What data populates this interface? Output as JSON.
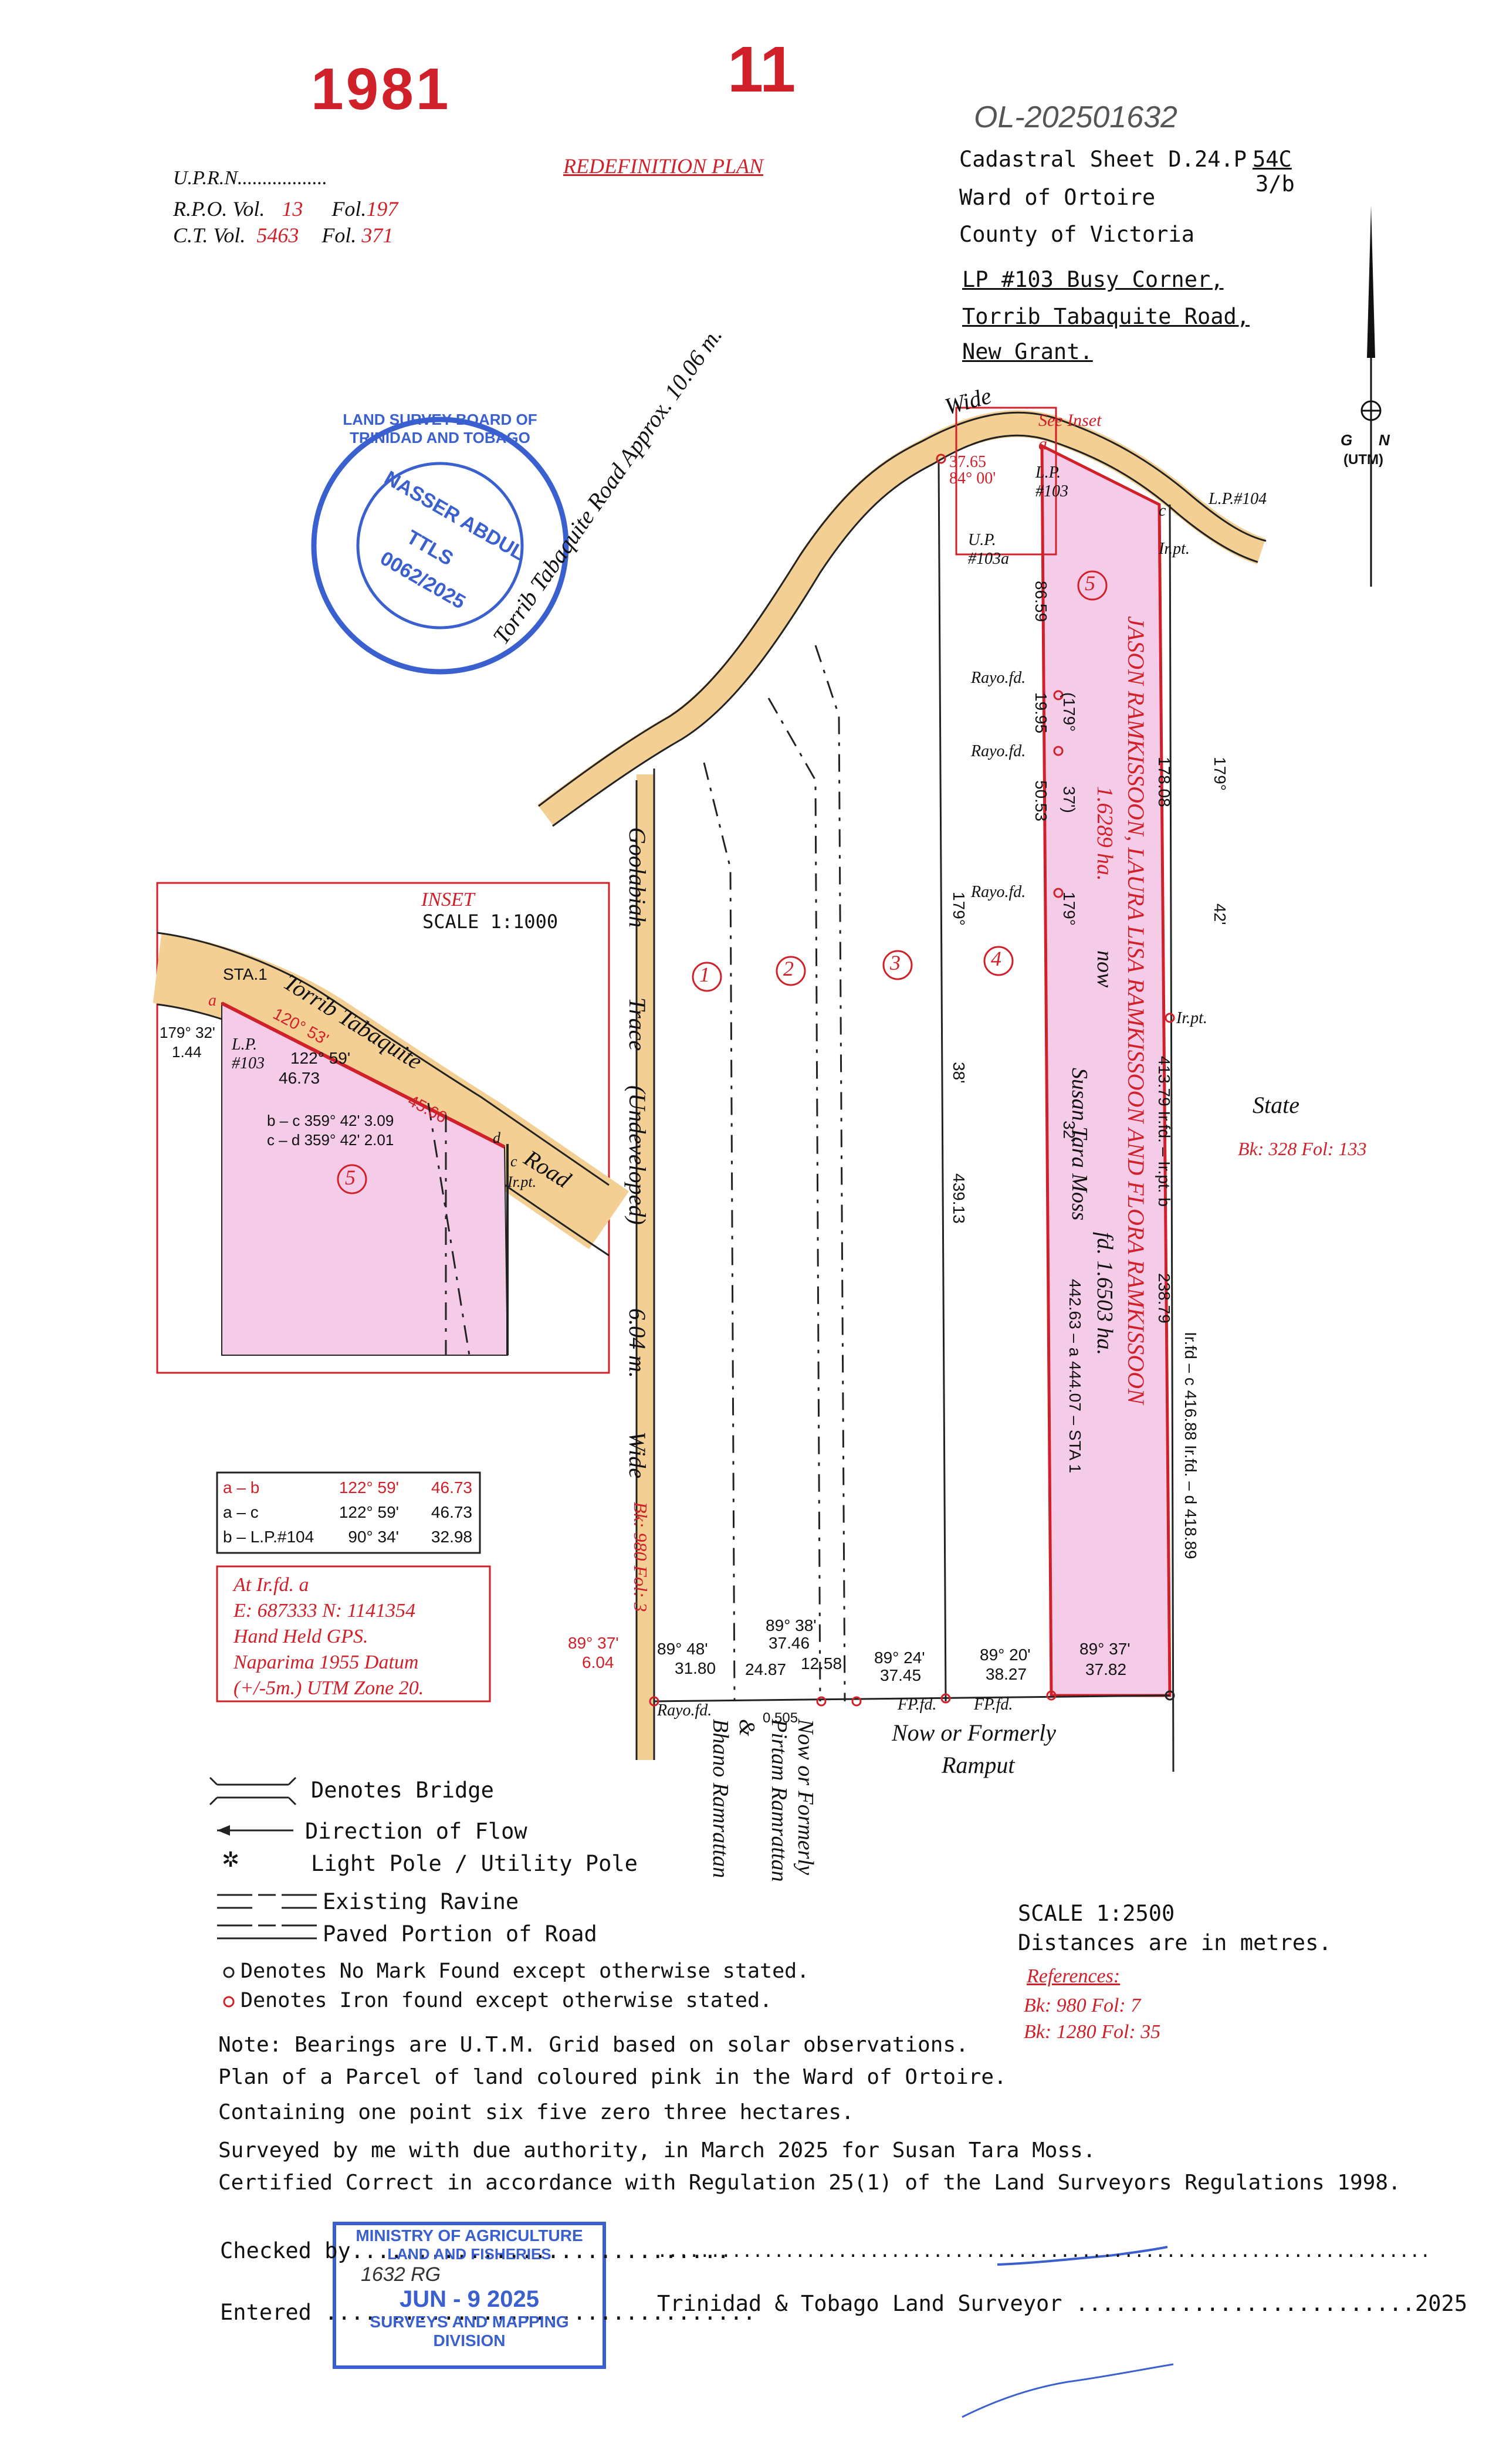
{
  "stamps": {
    "top_number_a": "1981",
    "top_number_b": "11",
    "archive_number": "OL-202501632",
    "seal_text": "LAND SURVEY BOARD OF TRINIDAD AND TOBAGO",
    "seal_name": "NASSER ABDUL",
    "seal_ttls": "TTLS",
    "seal_number": "0062/2025",
    "ministry_line1": "MINISTRY OF AGRICULTURE",
    "ministry_line2": "LAND AND FISHERIES",
    "ministry_hand": "1632   RG",
    "ministry_date": "JUN - 9 2025",
    "ministry_line3": "SURVEYS AND MAPPING",
    "ministry_line4": "DIVISION"
  },
  "header_left": {
    "uprn": "U.P.R.N..................",
    "rpo_vol_label": "R.P.O. Vol.",
    "rpo_vol": "13",
    "rpo_fol_label": "Fol.",
    "rpo_fol": "197",
    "ct_vol_label": "C.T.  Vol.",
    "ct_vol": "5463",
    "ct_fol_label": "Fol.",
    "ct_fol": "371"
  },
  "plan_title": "REDEFINITION PLAN",
  "header_right": {
    "cadastral_sheet": "Cadastral Sheet D.24.P",
    "sheet_fraction_top": "54C",
    "sheet_fraction_bottom": "3/b",
    "ward": "Ward of Ortoire",
    "county": "County of Victoria",
    "address_line1": "LP #103 Busy Corner,",
    "address_line2": "Torrib Tabaquite Road,",
    "address_line3": "New Grant."
  },
  "north_arrow": {
    "grid": "G",
    "north": "N",
    "utm": "(UTM)"
  },
  "map": {
    "road_name": "Torrib Tabaquite Road Approx. 10.06 m.",
    "road_wide": "Wide",
    "see_inset": "See Inset",
    "trace_name1": "Goolabiah",
    "trace_name2": "Trace",
    "trace_name3": "(Undeveloped)",
    "trace_width": "6.04 m.",
    "trace_wide": "Wide",
    "trace_ref": "Bk: 980 Fol: 3",
    "lots": [
      "1",
      "2",
      "3",
      "4",
      "5"
    ],
    "owner_names": "JASON RAMKISSOON, LAURA LISA RAMKISSOON AND FLORA RAMKISSOON",
    "area_old": "1.6289 ha.",
    "now": "now",
    "new_owner": "Susan Tara Moss",
    "area_new": "fd. 1.6503 ha.",
    "east_label": "State",
    "east_ref": "Bk: 328 Fol: 133",
    "south_label1": "Now or Formerly",
    "south_label2": "Ramput",
    "west_label1": "Now or Formerly",
    "west_label2": "Pirtam Ramrattan",
    "west_label3": "&",
    "west_label4": "Bhano Ramrattan",
    "lp103": "L.P.",
    "lp103b": "#103",
    "lp104": "L.P.#104",
    "up103a": "U.P.",
    "up103a_b": "#103a",
    "corner_a": "a",
    "corner_c": "c",
    "irpt": "Ir.pt.",
    "rayo1": "Rayo.fd.",
    "rayo2": "Rayo.fd.",
    "rayo3": "Rayo.fd.",
    "rayo4": "Rayo.fd.",
    "fp1": "FP.fd.",
    "fp2": "FP.fd.",
    "irpt2": "Ir.pt.",
    "d_86": "86.59",
    "d_19": "19.95",
    "d_50": "50.53",
    "d_179a": "(179°",
    "d_37a": "37')",
    "d_179b": "179°",
    "d_178": "178.08",
    "d_179c": "179°",
    "d_42": "42'",
    "d_179d": "179°",
    "d_38": "38'",
    "d_439": "439.13",
    "d_32": "32'",
    "d_413": "413.79 Ir.fd. – Ir.pt. b",
    "d_238": "238.79",
    "d_416": "Ir.fd – c  416.88  Ir.fd. – d  418.89",
    "d_442": "442.63 – a 444.07 – STA 1",
    "top_bearing1": "37.65",
    "top_bearing2": "84° 00'",
    "b1_a": "89° 37'",
    "b1_b": "6.04",
    "b2_a": "89° 48'",
    "b2_b": "31.80",
    "b3_a": "89° 38'",
    "b3_b": "37.46",
    "b3_c": "24.87",
    "b3_d": "12.58",
    "b3_e": "0.505",
    "b4_a": "89° 24'",
    "b4_b": "37.45",
    "b5_a": "89° 20'",
    "b5_b": "38.27",
    "b6_a": "89° 37'",
    "b6_b": "37.82"
  },
  "inset": {
    "title": "INSET",
    "scale": "SCALE  1:1000",
    "sta": "STA.1",
    "a": "a",
    "road": "Torrib Tabaquite",
    "road2": "Road",
    "b1": "179° 32'",
    "b2": "1.44",
    "red_bearing": "120° 53'",
    "red_dist": "45.66",
    "bearing": "122° 59'",
    "dist": "46.73",
    "lp": "L.P.",
    "lp2": "#103",
    "bc": "b – c  359° 42'  3.09",
    "cd": "c – d  359° 42'  2.01",
    "lot": "5",
    "d": "d",
    "c": "c",
    "irpt": "Ir.pt."
  },
  "ties_table": [
    {
      "from": "a – b",
      "bearing": "122° 59'",
      "dist": "46.73",
      "color": "#d0202a"
    },
    {
      "from": "a – c",
      "bearing": "122° 59'",
      "dist": "46.73",
      "color": "#111111"
    },
    {
      "from": "b – L.P.#104",
      "bearing": "90° 34'",
      "dist": "32.98",
      "color": "#111111"
    }
  ],
  "gps_box": {
    "line1": "At Ir.fd. a",
    "line2": "E: 687333 N: 1141354",
    "line3": "Hand Held GPS.",
    "line4": "Naparima 1955 Datum",
    "line5": "(+/-5m.) UTM Zone  20."
  },
  "legend": {
    "bridge": "Denotes Bridge",
    "flow": "Direction of Flow",
    "pole": "Light Pole / Utility Pole",
    "ravine": "Existing Ravine",
    "paved": "Paved Portion of Road",
    "no_mark": "Denotes No Mark Found except otherwise stated.",
    "iron": "Denotes Iron found except otherwise stated."
  },
  "scale": {
    "scale": "SCALE   1:2500",
    "units": "Distances are in metres."
  },
  "references": {
    "title": "References:",
    "ref1": "Bk:  980 Fol: 7",
    "ref2": "Bk:  1280 Fol: 35"
  },
  "notes": {
    "note1": "Note: Bearings are U.T.M. Grid based on solar observations.",
    "note2": "Plan of a Parcel of land coloured pink in the Ward of Ortoire.",
    "note3": "Containing one point six five zero three hectares.",
    "note4": "Surveyed by me with due authority, in March 2025 for Susan Tara Moss.",
    "note5": "Certified Correct in accordance with Regulation 25(1) of the Land Surveyors Regulations 1998."
  },
  "signoff": {
    "checked": "Checked by.............................",
    "entered": "Entered .................................",
    "dots": ".........................................................................",
    "surveyor": "Trinidad & Tobago Land Surveyor ..........................2025"
  },
  "colors": {
    "road_fill": "#f3cf94",
    "parcel_fill": "#f5cce8",
    "red": "#d0202a",
    "stamp_blue": "#3a5fcf"
  }
}
